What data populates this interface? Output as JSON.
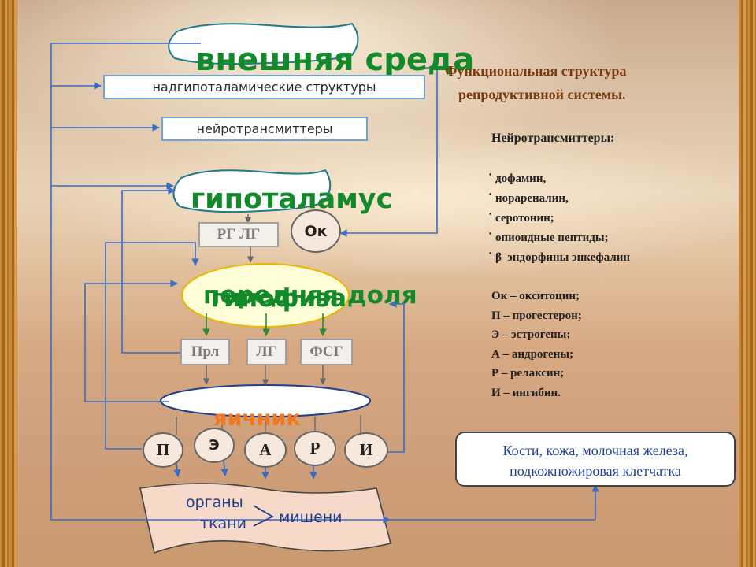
{
  "diagram": {
    "external_environment": "внешняя среда",
    "suprahypothalamic": "надгипоталамические структуры",
    "neurotransmitters_box": "нейротрансмиттеры",
    "hypothalamus": "гипоталамус",
    "rg_lg": "РГ ЛГ",
    "ok": "Ок",
    "anterior_lobe": "передняя доля",
    "pituitary": "гипофиза",
    "hormones": [
      "Прл",
      "ЛГ",
      "ФСГ"
    ],
    "ovary": "яичник",
    "ovary_hormones": [
      "П",
      "Э",
      "А",
      "Р",
      "И"
    ],
    "organs": "органы",
    "tissues": "ткани",
    "targets": "мишени"
  },
  "info": {
    "title_line1": "Функциональная структура",
    "title_line2": "репродуктивной системы.",
    "neuro_title": "Нейротрансмиттеры:",
    "neuro_list": [
      "дофамин,",
      "норареналин,",
      "серотонин;",
      "опиоидные пептиды;",
      "β–эндорфины энкефалин"
    ],
    "abbreviations": [
      "Ок – окситоцин;",
      "П – прогестерон;",
      "Э – эстрогены;",
      "А – андрогены;",
      "Р – релаксин;",
      "И – ингибин."
    ],
    "targets_line1": "Кости, кожа, молочная железа,",
    "targets_line2": "подкожножировая клетчатка"
  },
  "colors": {
    "label_green": "#138a2a",
    "title_brown": "#7a3a10",
    "targets_blue": "#1e3f8f",
    "cloud_border": "#1f7a8c",
    "yellow_fill": "#fdfdd8",
    "ovary_fill": "#ffffff"
  }
}
